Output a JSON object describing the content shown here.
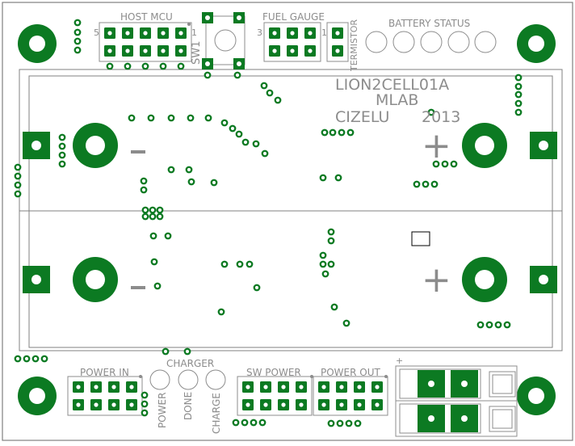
{
  "colors": {
    "copper": "#0c7a22",
    "silkscreen": "#8c8c8c",
    "outline": "#808080",
    "pad_hole": "#ffffff",
    "background": "#ffffff"
  },
  "labels": {
    "host_mcu": "HOST MCU",
    "host_mcu_pin_left": "5",
    "host_mcu_pin_right": "1",
    "sw1": "SW1",
    "fuel_gauge": "FUEL GAUGE",
    "fuel_gauge_pin_left": "3",
    "fuel_gauge_pin_right": "1",
    "termistor": "TERMISTOR",
    "battery_status": "BATTERY STATUS",
    "board_name": "LION2CELL01A",
    "brand": "MLAB",
    "author": "CIZELU",
    "year": "2013",
    "power_in": "POWER IN",
    "charger": "CHARGER",
    "led_power": "POWER",
    "led_done": "DONE",
    "led_charge": "CHARGE",
    "sw_power": "SW POWER",
    "power_out": "POWER OUT",
    "terminal_plus": "+",
    "cell_plus": "+",
    "cell_minus": "−"
  }
}
